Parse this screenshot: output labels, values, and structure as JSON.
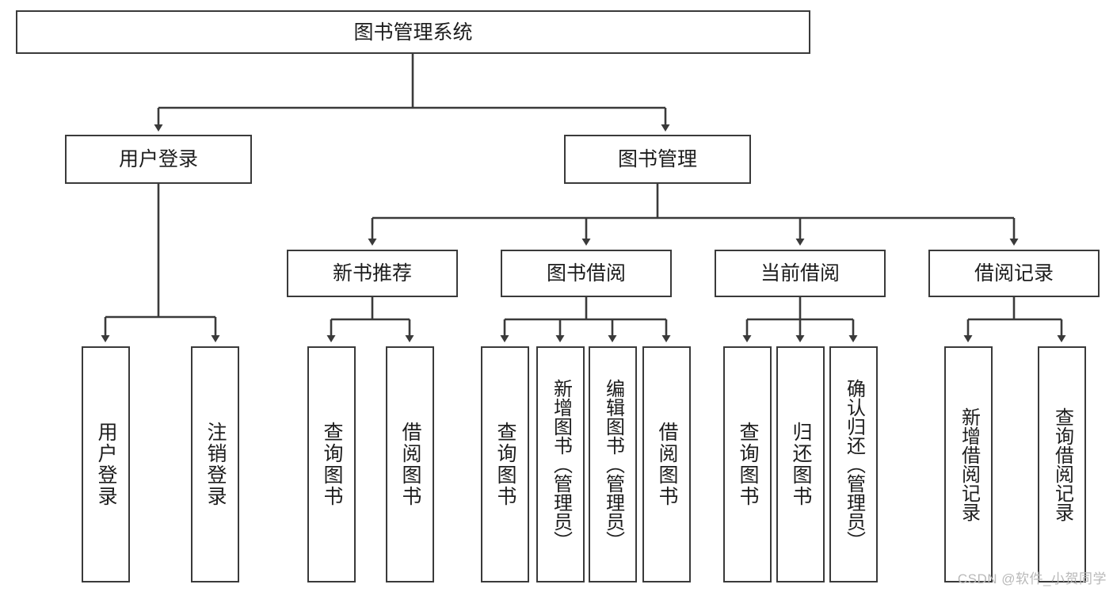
{
  "diagram": {
    "title": "图书管理系统",
    "root": {
      "label": "图书管理系统"
    },
    "level2": [
      {
        "label": "用户登录"
      },
      {
        "label": "图书管理"
      }
    ],
    "level3": [
      {
        "label": "新书推荐"
      },
      {
        "label": "图书借阅"
      },
      {
        "label": "当前借阅"
      },
      {
        "label": "借阅记录"
      }
    ],
    "leaves": {
      "user_login": [
        {
          "label": "用户登录"
        },
        {
          "label": "注销登录"
        }
      ],
      "new_book": [
        {
          "label": "查询图书"
        },
        {
          "label": "借阅图书"
        }
      ],
      "borrow_book": [
        {
          "label": "查询图书"
        },
        {
          "label": "新增图书（管理员）"
        },
        {
          "label": "编辑图书（管理员）"
        },
        {
          "label": "借阅图书"
        }
      ],
      "current_borrow": [
        {
          "label": "查询图书"
        },
        {
          "label": "归还图书"
        },
        {
          "label": "确认归还（管理员）"
        }
      ],
      "borrow_record": [
        {
          "label": "新增借阅记录"
        },
        {
          "label": "查询借阅记录"
        }
      ]
    }
  },
  "watermark": "CSDN @软件_小贺同学",
  "colors": {
    "border": "#3a3a3a",
    "text": "#1d1d1d",
    "background": "#ffffff",
    "watermark": "#b9b9b9"
  }
}
